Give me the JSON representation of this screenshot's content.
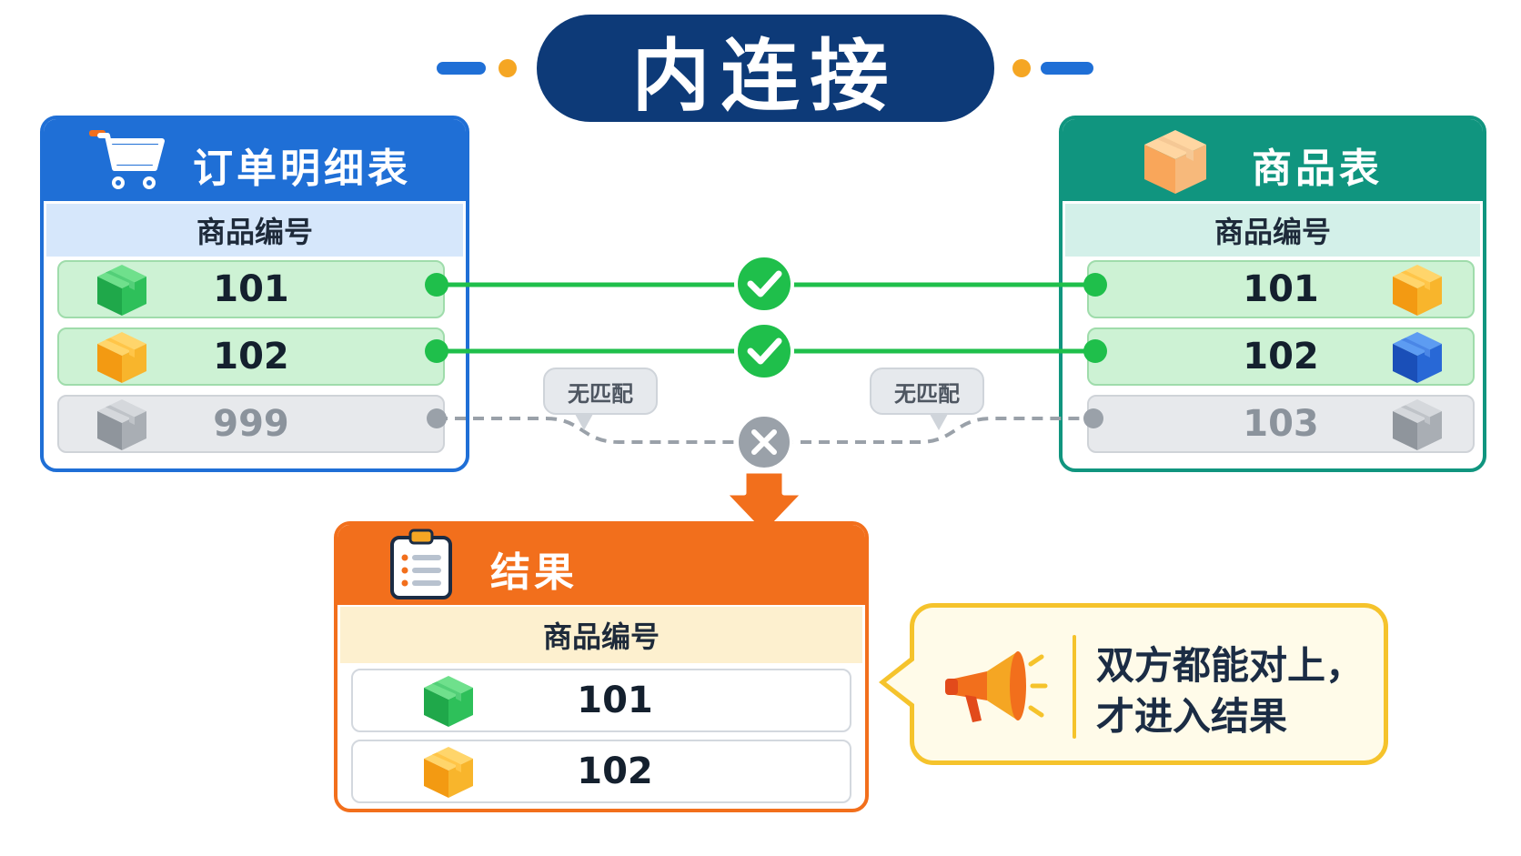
{
  "title": "内连接",
  "colors": {
    "navy": "#0d3a78",
    "blue": "#1f6fd6",
    "teal": "#10957f",
    "orange": "#f26f1c",
    "green": "#1fbf4b",
    "gray": "#9aa1a9",
    "yellow": "#f5c32c"
  },
  "order_table": {
    "title": "订单明细表",
    "icon": "shopping-cart-icon",
    "column": "商品编号",
    "rows": [
      {
        "id": "101",
        "status": "match",
        "cube": "green"
      },
      {
        "id": "102",
        "status": "match",
        "cube": "orange"
      },
      {
        "id": "999",
        "status": "no-match",
        "cube": "gray"
      }
    ]
  },
  "product_table": {
    "title": "商品表",
    "icon": "package-box-icon",
    "column": "商品编号",
    "rows": [
      {
        "id": "101",
        "status": "match",
        "cube": "orange"
      },
      {
        "id": "102",
        "status": "match",
        "cube": "blue"
      },
      {
        "id": "103",
        "status": "no-match",
        "cube": "gray"
      }
    ]
  },
  "connections": {
    "matched_icon": "check-circle-icon",
    "unmatched_icon": "x-circle-icon",
    "no_match_left": "无匹配",
    "no_match_right": "无匹配"
  },
  "result_table": {
    "title": "结果",
    "icon": "clipboard-list-icon",
    "column": "商品编号",
    "rows": [
      {
        "id": "101",
        "cube": "green"
      },
      {
        "id": "102",
        "cube": "orange"
      }
    ]
  },
  "callout": {
    "icon": "megaphone-icon",
    "line1": "双方都能对上，",
    "line2": "才进入结果"
  }
}
